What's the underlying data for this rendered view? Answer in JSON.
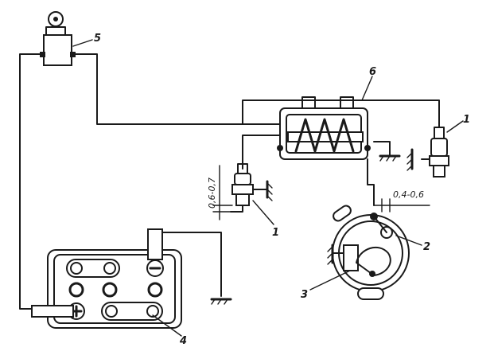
{
  "labels": {
    "part_1_left": "1",
    "part_1_right": "1",
    "part_2": "2",
    "part_3": "3",
    "part_4": "4",
    "part_5": "5",
    "part_6": "6"
  },
  "dimensions": {
    "spark_gap_test": "0,6-0,7",
    "breaker_gap": "0,4-0,6"
  }
}
